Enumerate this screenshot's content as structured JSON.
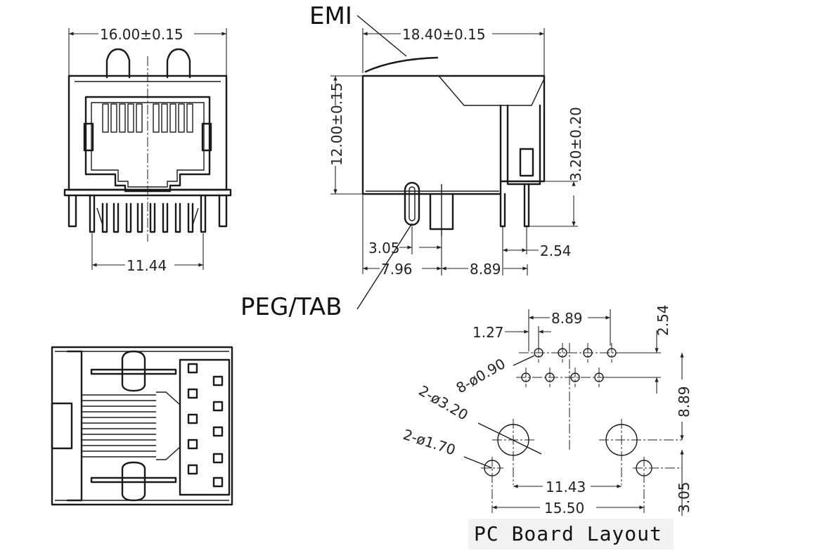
{
  "front_view": {
    "width_dim": "16.00±0.15",
    "pin_span_dim": "11.44"
  },
  "side_view": {
    "emi_label": "EMI",
    "depth_dim": "18.40±0.15",
    "height_dim": "12.00±0.15",
    "pin_length_dim": "3.20±0.20",
    "peg_offset_dim": "3.05",
    "pin_pitch_dim": "2.54",
    "peg_pos_dim": "7.96",
    "row_span_dim": "8.89",
    "peg_tab_label": "PEG/TAB"
  },
  "pcb_layout": {
    "title": "PC Board Layout",
    "top_span_dim": "8.89",
    "row_pitch_dim": "2.54",
    "half_pitch_dim": "1.27",
    "pin_hole_note": "8-ø0.90",
    "big_hole_note": "2-ø3.20",
    "peg_hole_note": "2-ø1.70",
    "vertical_span_dim": "8.89",
    "vertical_offset_dim": "3.05",
    "big_hole_span_dim": "11.43",
    "peg_hole_span_dim": "15.50"
  }
}
